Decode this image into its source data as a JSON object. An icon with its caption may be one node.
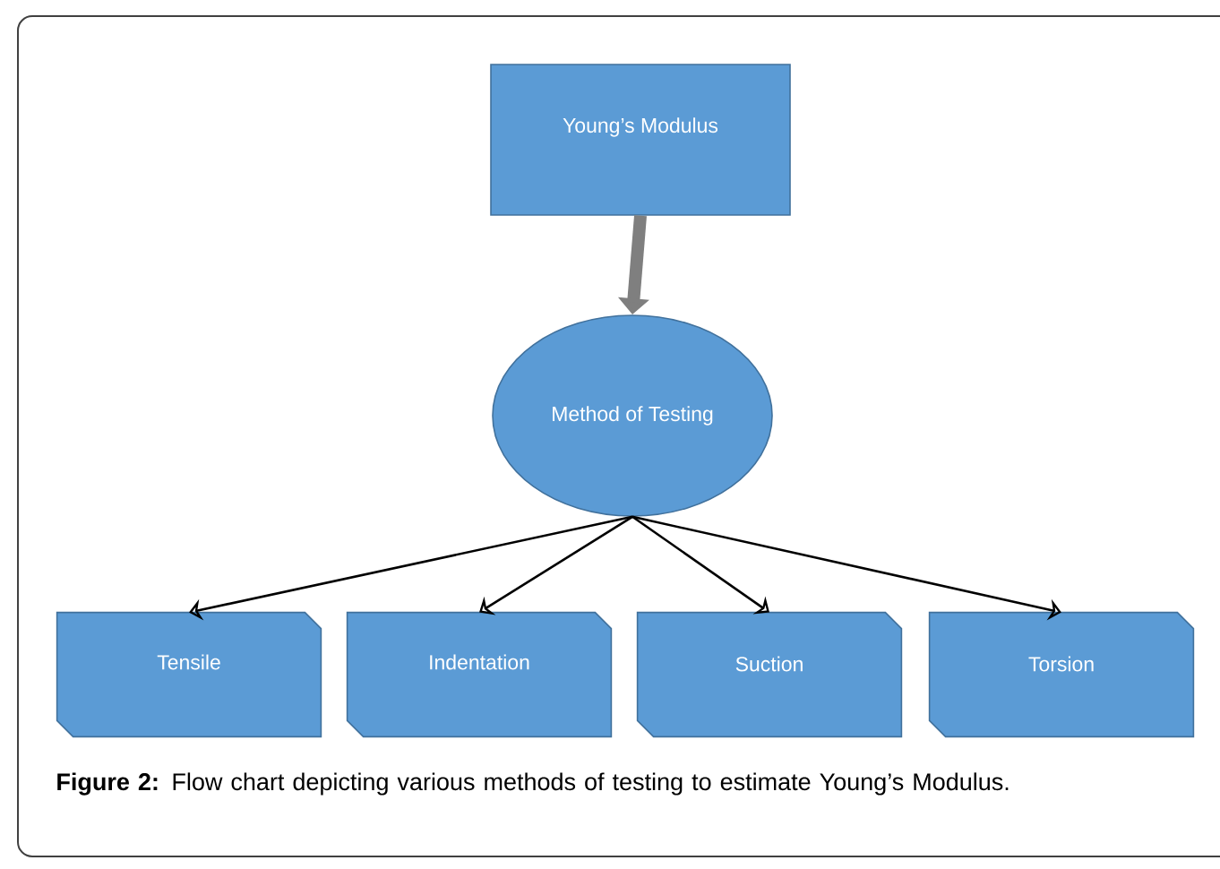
{
  "diagram": {
    "caption": "**Figure 2:** Flow chart depicting various methods of testing to estimate Young’s Modulus.",
    "nodes": [
      {
        "text": [
          "Young’s Modulus"
        ]
      },
      {
        "text": [
          "Method of Testing"
        ]
      },
      {
        "text": [
          "Tensile"
        ]
      },
      {
        "text": [
          "Indentation"
        ]
      },
      {
        "text": [
          "Suction"
        ]
      },
      {
        "text": [
          "Torsion"
        ]
      }
    ],
    "edges": [
      {
        "from": 0,
        "to": 1,
        "arrow": "to",
        "style": "thick",
        "color": "#7f7f7f"
      },
      {
        "from": 1,
        "to": 2,
        "arrow": "to"
      },
      {
        "from": 1,
        "to": 3,
        "arrow": "to"
      },
      {
        "from": 1,
        "to": 4,
        "arrow": "to"
      },
      {
        "from": 1,
        "to": 5,
        "arrow": "to"
      }
    ]
  }
}
